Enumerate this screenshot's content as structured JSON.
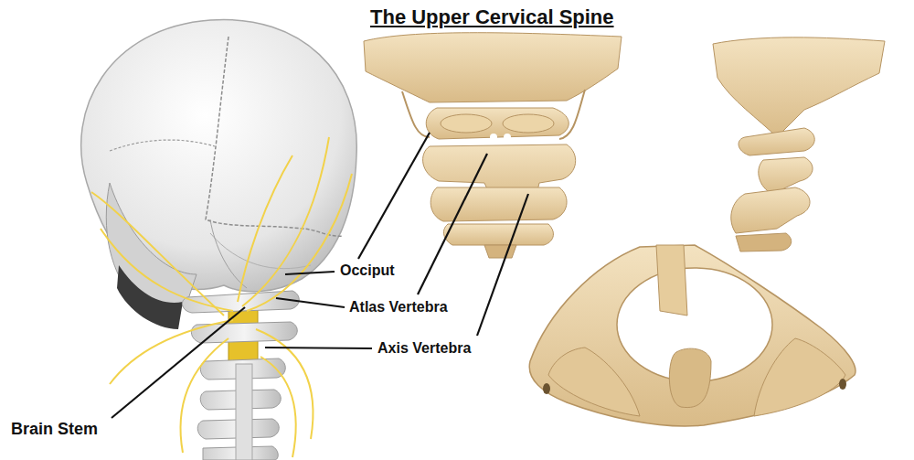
{
  "diagram": {
    "title": "The Upper Cervical Spine",
    "labels": [
      "Occiput",
      "Atlas Vertebra",
      "Axis Vertebra",
      "Brain Stem"
    ]
  }
}
